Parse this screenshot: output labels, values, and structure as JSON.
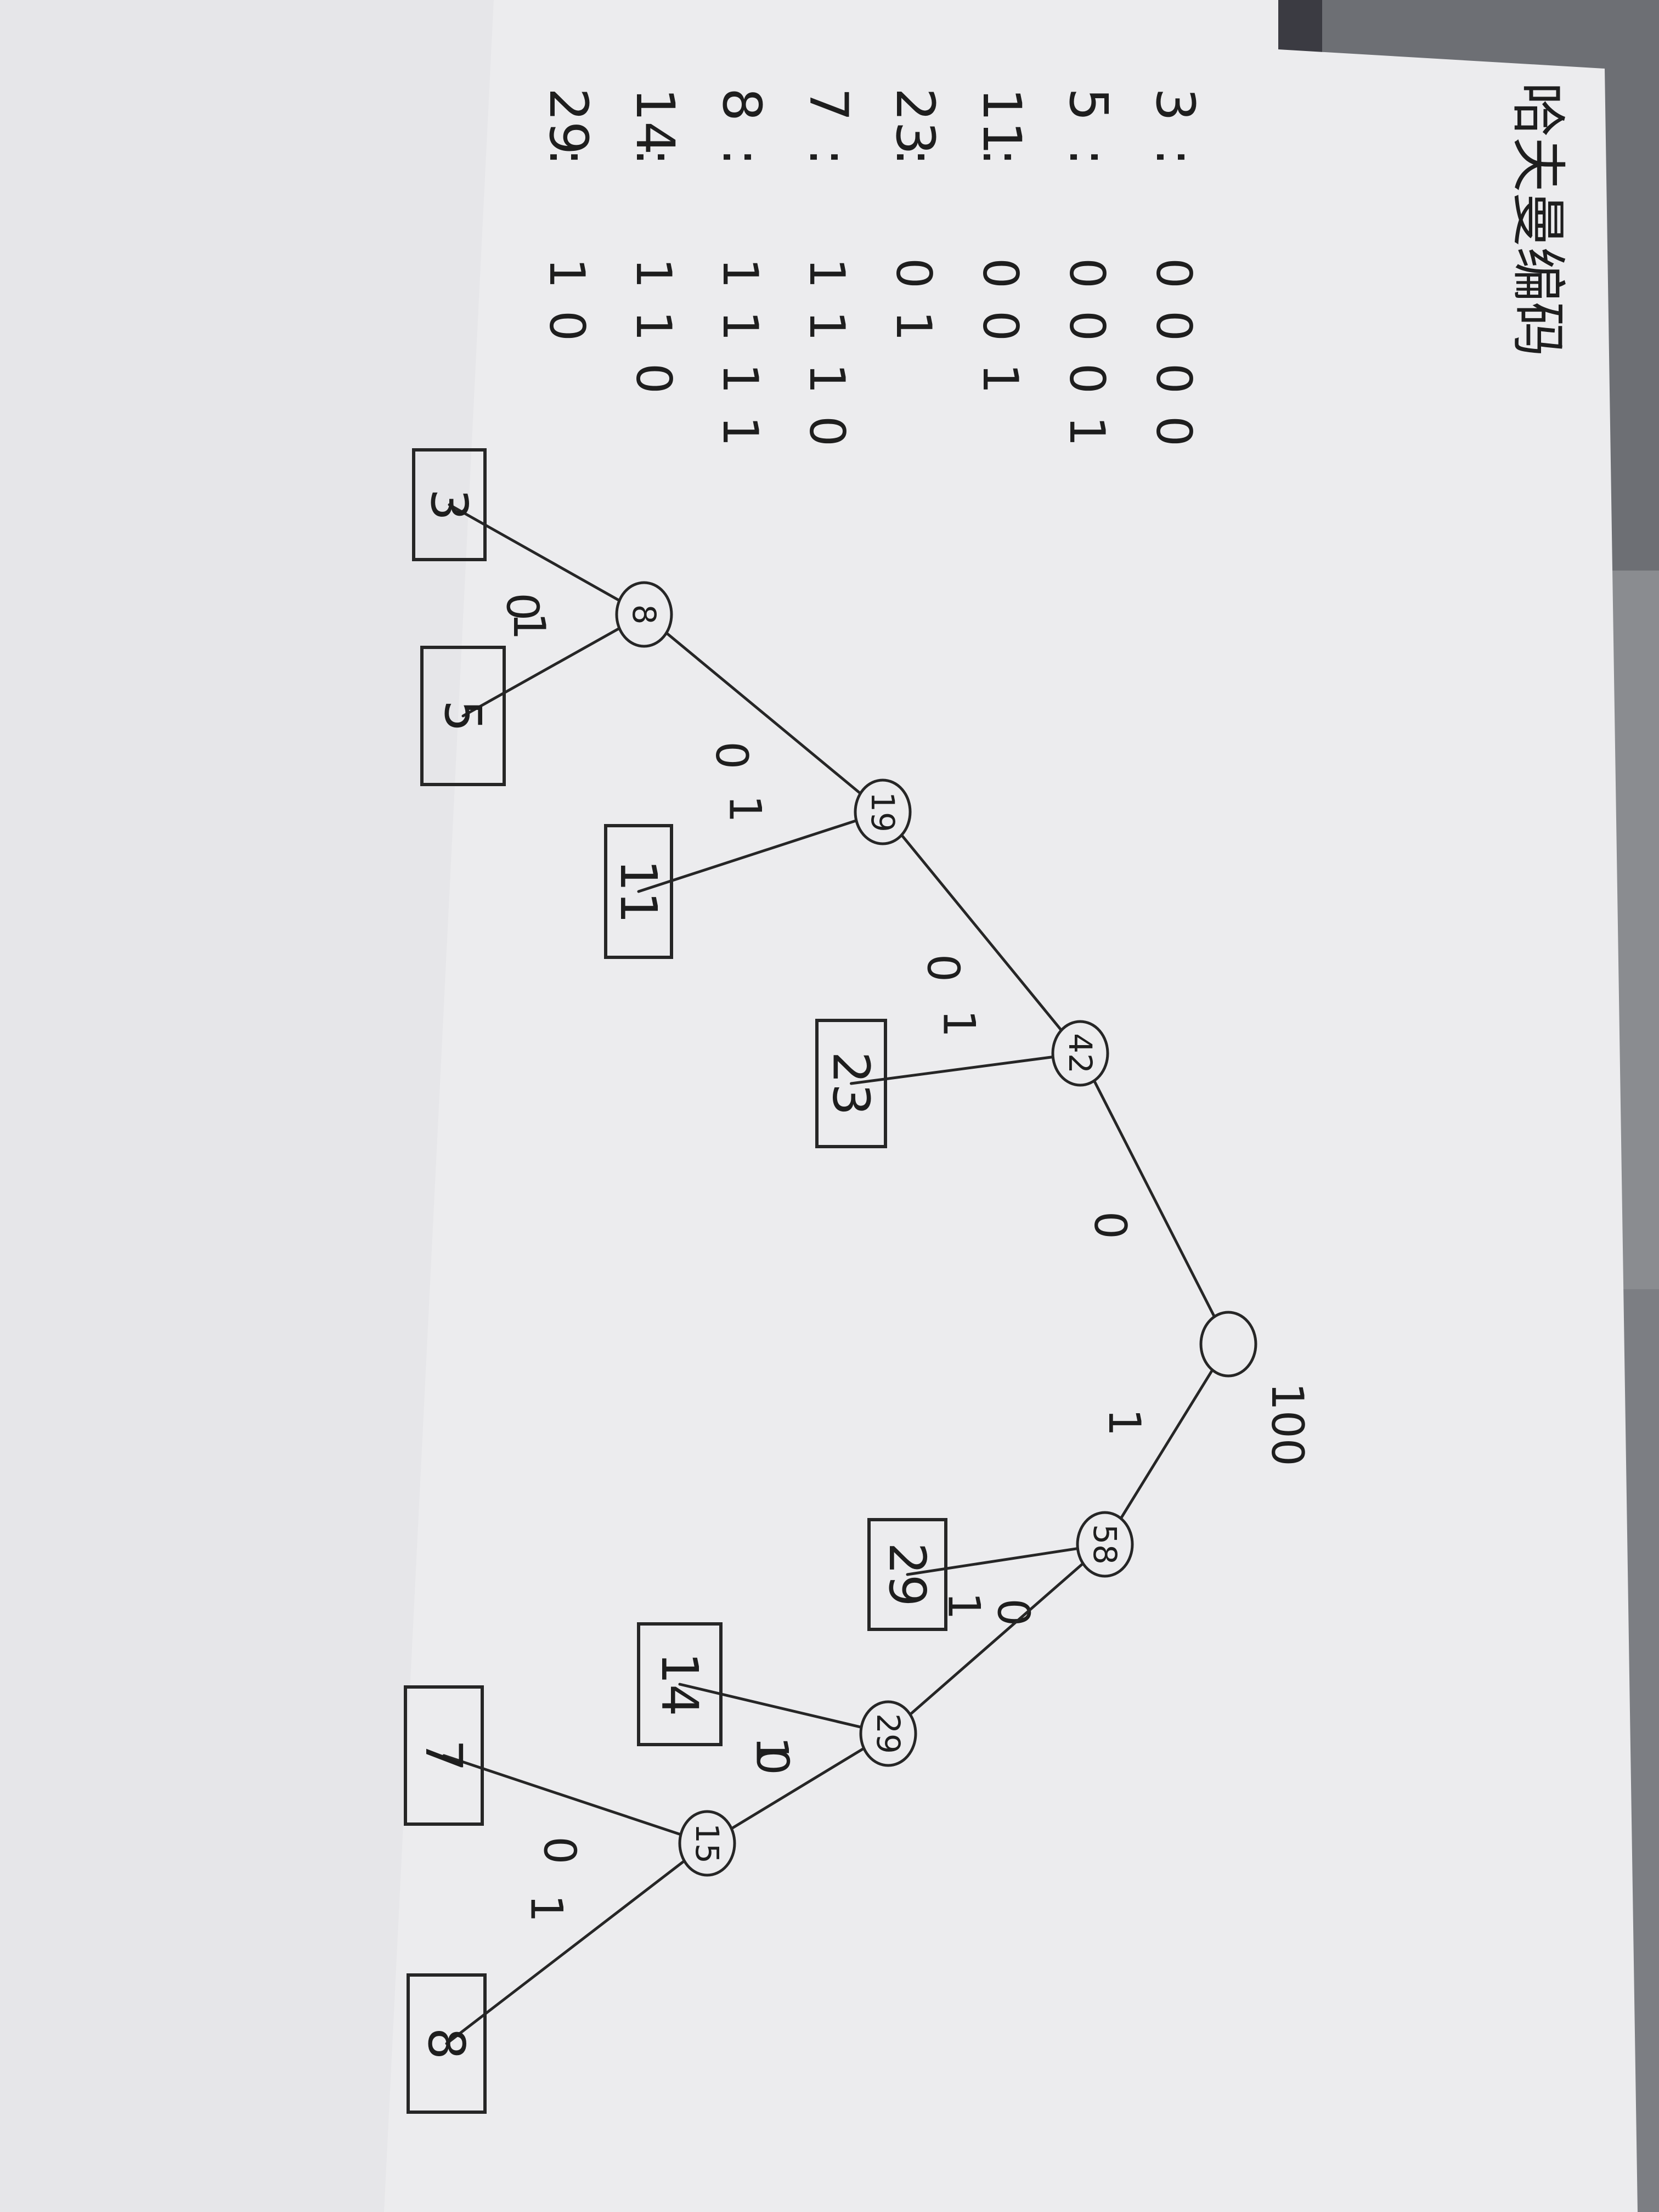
{
  "colors": {
    "paper": "#ececee",
    "ink": "#262626",
    "desk": "#3a3a40"
  },
  "title": "哈夫曼编码",
  "code_table": [
    {
      "symbol": "3",
      "code": "0000"
    },
    {
      "symbol": "5",
      "code": "0001"
    },
    {
      "symbol": "11",
      "code": "001"
    },
    {
      "symbol": "23",
      "code": "01"
    },
    {
      "symbol": "7",
      "code": "1110"
    },
    {
      "symbol": "8",
      "code": "1111"
    },
    {
      "symbol": "14",
      "code": "110"
    },
    {
      "symbol": "29",
      "code": "10"
    }
  ],
  "tree": {
    "root_weight": "100",
    "internal_nodes": [
      {
        "id": "root",
        "label": ""
      },
      {
        "id": "n42",
        "label": "42"
      },
      {
        "id": "n19",
        "label": "19"
      },
      {
        "id": "n8",
        "label": "8"
      },
      {
        "id": "n58",
        "label": "58"
      },
      {
        "id": "n29",
        "label": "29"
      },
      {
        "id": "n15",
        "label": "15"
      }
    ],
    "leaves": [
      {
        "id": "L3",
        "label": "3"
      },
      {
        "id": "L5",
        "label": "5"
      },
      {
        "id": "L11",
        "label": "11"
      },
      {
        "id": "L23",
        "label": "23"
      },
      {
        "id": "L29",
        "label": "29"
      },
      {
        "id": "L14",
        "label": "14"
      },
      {
        "id": "L7",
        "label": "7"
      },
      {
        "id": "L8",
        "label": "8"
      }
    ],
    "edges": [
      {
        "from": "root",
        "to": "n42",
        "bit": "0"
      },
      {
        "from": "root",
        "to": "n58",
        "bit": "1"
      },
      {
        "from": "n42",
        "to": "n19",
        "bit": "0"
      },
      {
        "from": "n42",
        "to": "L23",
        "bit": "1"
      },
      {
        "from": "n19",
        "to": "n8",
        "bit": "0"
      },
      {
        "from": "n19",
        "to": "L11",
        "bit": "1"
      },
      {
        "from": "n8",
        "to": "L3",
        "bit": "0"
      },
      {
        "from": "n8",
        "to": "L5",
        "bit": "1"
      },
      {
        "from": "n58",
        "to": "L29",
        "bit": "0"
      },
      {
        "from": "n58",
        "to": "n29",
        "bit": "1"
      },
      {
        "from": "n29",
        "to": "L14",
        "bit": "0"
      },
      {
        "from": "n29",
        "to": "n15",
        "bit": "1"
      },
      {
        "from": "n15",
        "to": "L7",
        "bit": "0"
      },
      {
        "from": "n15",
        "to": "L8",
        "bit": "1"
      }
    ]
  }
}
